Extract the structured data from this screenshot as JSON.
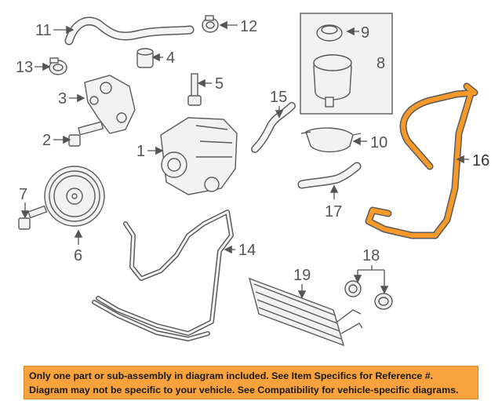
{
  "callouts": [
    "1",
    "2",
    "3",
    "4",
    "5",
    "6",
    "7",
    "8",
    "9",
    "10",
    "11",
    "12",
    "13",
    "14",
    "15",
    "16",
    "17",
    "18",
    "19"
  ],
  "highlighted_part": "16",
  "colors": {
    "highlight": "#f59a2a",
    "banner_bg": "#f7a23d",
    "line": "#5a5a5a"
  },
  "banner": {
    "line1": "Only one part or sub-assembly in diagram included. See Item Specifics for Reference #.",
    "line2": "Diagram may not be specific to your vehicle. See Compatibility for vehicle-specific diagrams."
  }
}
